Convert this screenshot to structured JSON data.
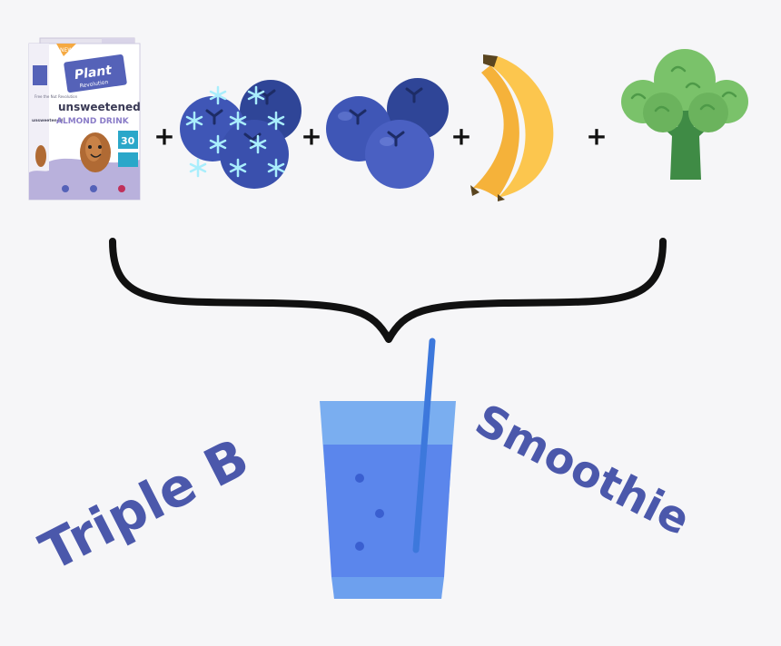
{
  "carton": {
    "brand_line1": "Plant",
    "brand_line2": "Revolution",
    "flavor": "unsweetened",
    "product": "ALMOND DRINK",
    "badge_value": "30",
    "side_tagline": "Free the Nut Revolution",
    "side_flavor": "unsweetened",
    "corner_ribbon": "NEW"
  },
  "operators": [
    "+",
    "+",
    "+",
    "+"
  ],
  "smoothie_name": {
    "left": "Triple B",
    "right": "Smoothie"
  },
  "colors": {
    "text_blue": "#4b58ab",
    "blueberry": "#4257b8",
    "blueberry_dark": "#243a86",
    "frost": "#a9eefc",
    "banana": "#fcc64e",
    "broccoli": "#7ac26a",
    "broccoli_stem": "#3f8b45",
    "cup_light": "#7aaef0",
    "cup_mid": "#5b86ec",
    "straw": "#3d78dc",
    "brace": "#111111"
  },
  "icons": [
    "almond-milk-carton",
    "frozen-blueberries-icon",
    "blueberries-icon",
    "banana-icon",
    "broccoli-icon",
    "smoothie-cup-icon"
  ]
}
